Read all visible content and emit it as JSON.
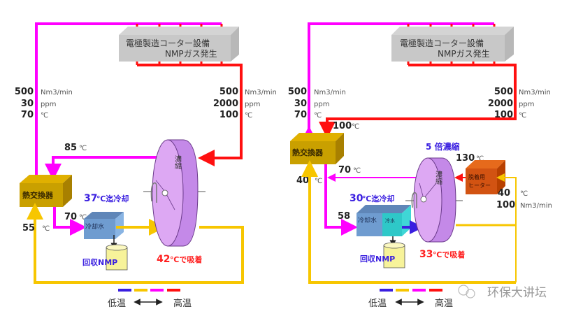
{
  "left_diagram": {
    "coater": {
      "line1": "電極製造コーター設備",
      "line2": "NMPガス発生"
    },
    "inlet_stats": [
      {
        "value": "500",
        "unit": "Nm3/min"
      },
      {
        "value": "2000",
        "unit": "ppm"
      },
      {
        "value": "100",
        "unit": "℃"
      }
    ],
    "outlet_stats": [
      {
        "value": "500",
        "unit": "Nm3/min"
      },
      {
        "value": "30",
        "unit": "ppm"
      },
      {
        "value": "70",
        "unit": "℃"
      }
    ],
    "heat_exchanger": "熱交換器",
    "temp_85": {
      "value": "85",
      "unit": "℃"
    },
    "temp_70": {
      "value": "70",
      "unit": "℃"
    },
    "temp_55": {
      "value": "55",
      "unit": "℃"
    },
    "cooling": {
      "value": "37",
      "text": "℃迄冷却"
    },
    "cooler": "冷却水",
    "recovery": "回収NMP",
    "rotor": "濃縮",
    "adsorb": {
      "value": "42",
      "text": "℃で吸着"
    }
  },
  "right_diagram": {
    "coater": {
      "line1": "電極製造コーター設備",
      "line2": "NMPガス発生"
    },
    "inlet_stats": [
      {
        "value": "500",
        "unit": "Nm3/min"
      },
      {
        "value": "2000",
        "unit": "ppm"
      },
      {
        "value": "100",
        "unit": "℃"
      }
    ],
    "outlet_stats": [
      {
        "value": "500",
        "unit": "Nm3/min"
      },
      {
        "value": "30",
        "unit": "ppm"
      },
      {
        "value": "70",
        "unit": "℃"
      }
    ],
    "heat_exchanger": "熱交換器",
    "temp_100": {
      "value": "100",
      "unit": "℃"
    },
    "temp_70": {
      "value": "70",
      "unit": "℃"
    },
    "temp_40": {
      "value": "40",
      "unit": "℃"
    },
    "temp_58": {
      "value": "58",
      "unit": "℃"
    },
    "temp_130": {
      "value": "130",
      "unit": "℃"
    },
    "concentration": "5 倍濃縮",
    "cooling": {
      "value": "30",
      "text": "℃迄冷却"
    },
    "cooler": "冷却水",
    "chiller": "冷水",
    "recovery": "回収NMP",
    "rotor": "濃縮",
    "heater": {
      "line1": "脱着用",
      "line2": "ヒーター"
    },
    "heater_in": [
      {
        "value": "40",
        "unit": "℃"
      },
      {
        "value": "100",
        "unit": "Nm3/min"
      }
    ],
    "adsorb": {
      "value": "33",
      "text": "℃で吸着"
    }
  },
  "legend": {
    "colors": [
      "#3a1fe0",
      "#f7c600",
      "#ff00ff",
      "#ff1010"
    ],
    "low": "低温",
    "high": "高温"
  },
  "watermark": "环保大讲坛"
}
